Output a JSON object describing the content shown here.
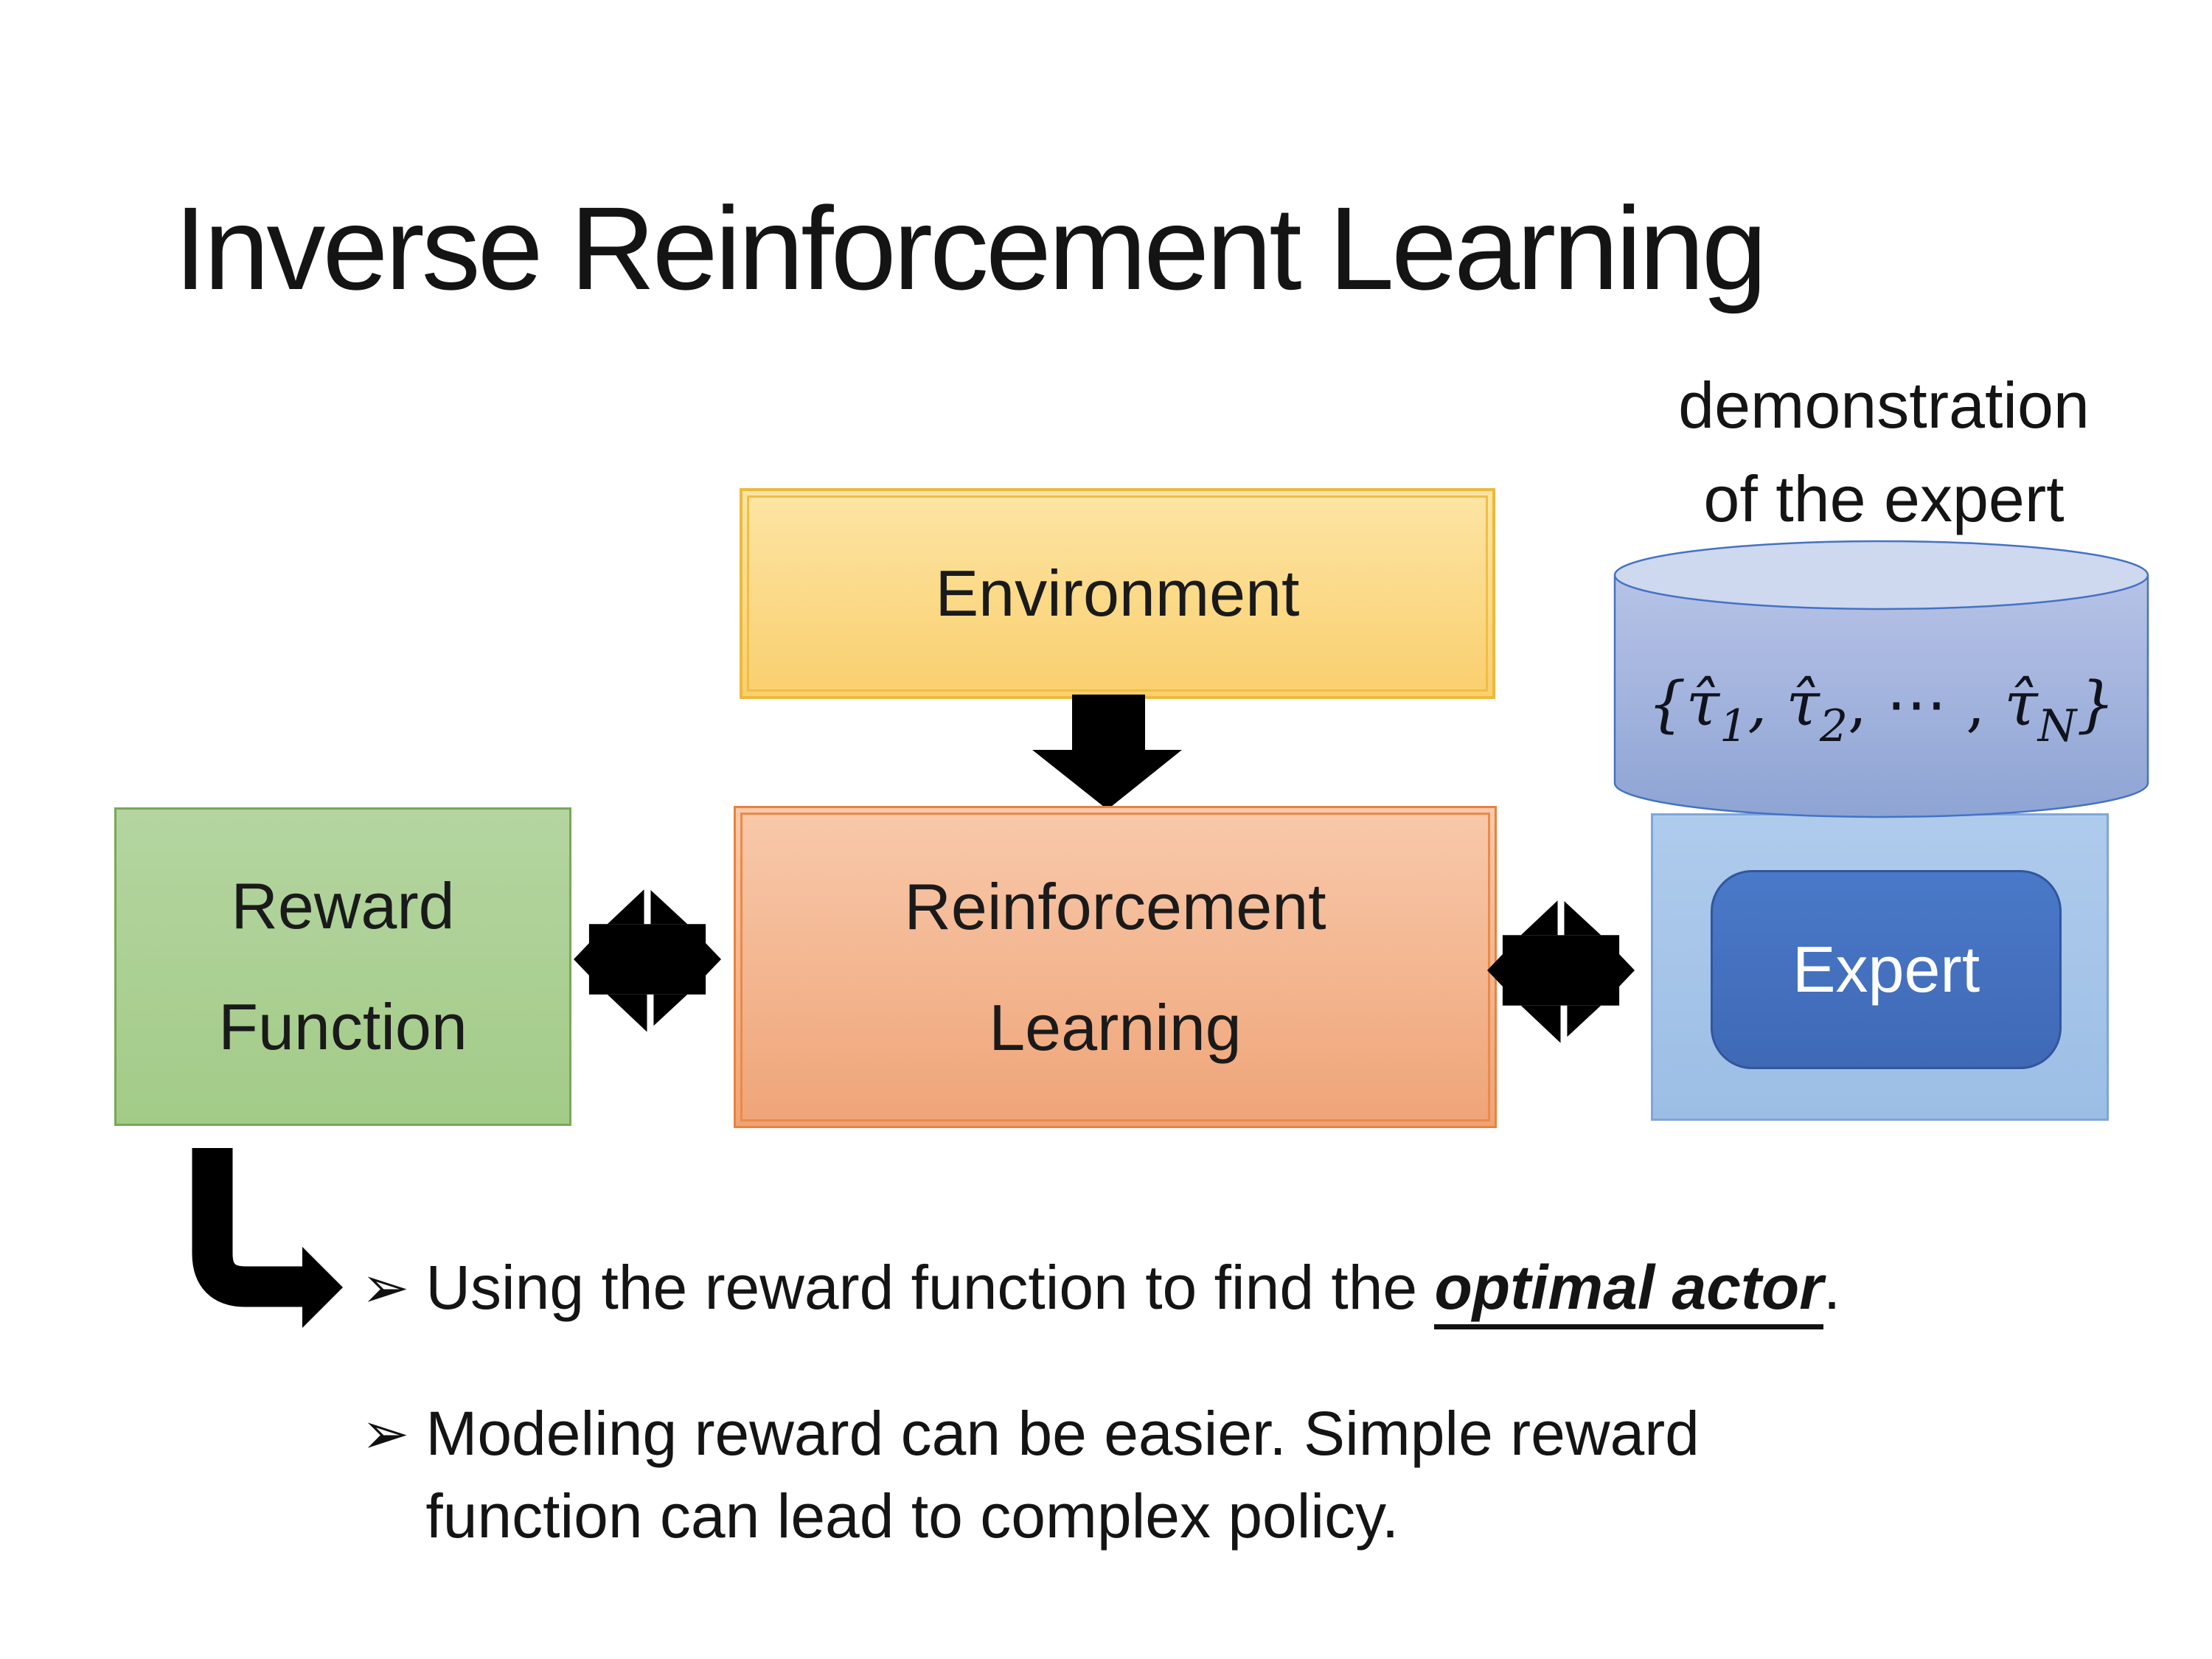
{
  "slide": {
    "title": "Inverse Reinforcement Learning",
    "background": "#ffffff"
  },
  "labels": {
    "demonstration_line1": "demonstration",
    "demonstration_line2": "of the expert"
  },
  "boxes": {
    "environment": {
      "label": "Environment",
      "fill": "#FACF6E",
      "border": "#EDB93C"
    },
    "reward_function": {
      "line1": "Reward",
      "line2": "Function",
      "fill": "#A9CF94",
      "border": "#76A956"
    },
    "reinforcement_learning": {
      "line1": "Reinforcement",
      "line2": "Learning",
      "fill": "#F4B183",
      "border": "#E8823F"
    },
    "expert": {
      "label": "Expert",
      "fill": "#4472C4",
      "border": "#31569B",
      "container_fill": "#A9C8EA",
      "container_border": "#7EA6D9"
    }
  },
  "cylinder": {
    "body_fill": "#9FB3DC",
    "top_fill": "#CED8EF",
    "border": "#4472C4",
    "set_open": "{",
    "tau1": "τ̂",
    "sub1": "1",
    "comma1": ", ",
    "tau2": "τ̂",
    "sub2": "2",
    "dots": ", ⋯ , ",
    "tauN": "τ̂",
    "subN": "N",
    "set_close": "}"
  },
  "arrows": {
    "color": "#000000"
  },
  "bullets": {
    "marker": "➢",
    "item1_prefix": "Using the reward function to find the ",
    "item1_emphasis": "optimal actor",
    "item1_suffix": ".",
    "item2_line1": "Modeling reward can be easier. Simple reward",
    "item2_line2": "function can lead to complex policy."
  }
}
